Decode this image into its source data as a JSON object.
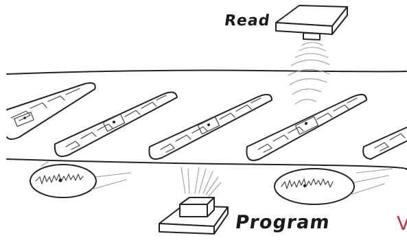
{
  "labels": {
    "reader": "Read",
    "programmer": "Program",
    "edge_fragment": "V"
  },
  "colors": {
    "ink": "#222222",
    "accent": "#c2374e",
    "background": "#ffffff"
  }
}
